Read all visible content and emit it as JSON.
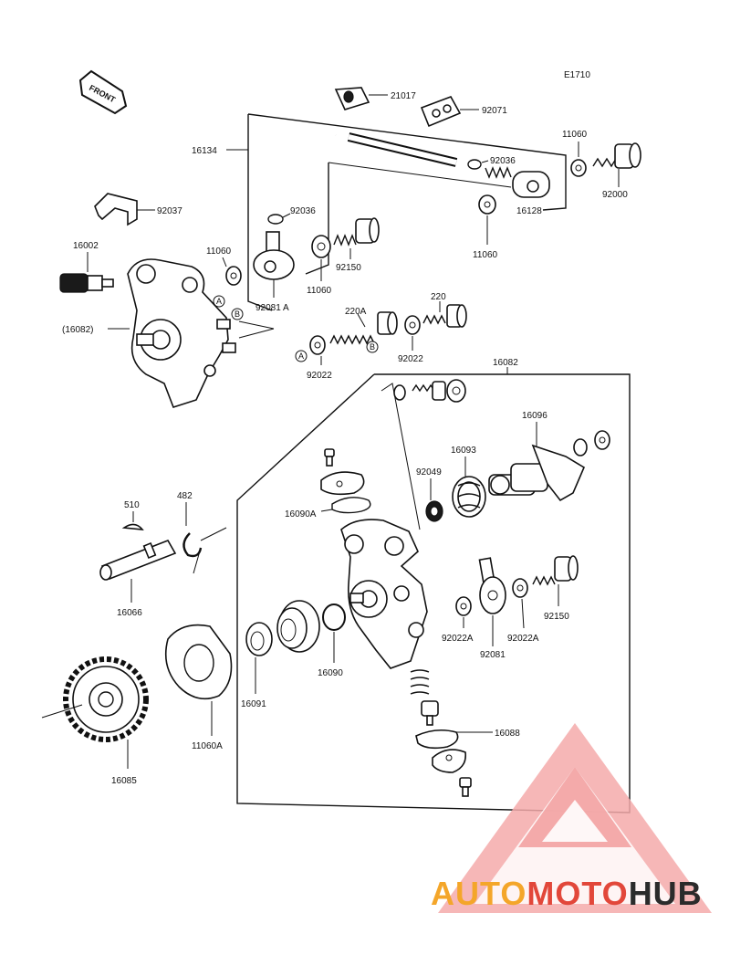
{
  "diagram_code": "E1710",
  "front_arrow": "FRONT",
  "labels": {
    "p21017": "21017",
    "p92071": "92071",
    "p16134": "16134",
    "p11060_top": "11060",
    "p92036_right": "92036",
    "p92000": "92000",
    "p16128": "16128",
    "p11060_right": "11060",
    "p92037": "92037",
    "p92036_left": "92036",
    "p16002": "16002",
    "p11060_left": "11060",
    "p92150_top": "92150",
    "p11060_mid": "11060",
    "p92081a": "92081 A",
    "p16082_paren": "(16082)",
    "p220a": "220A",
    "p220": "220",
    "p92022_a": "92022",
    "p92022_b": "92022",
    "p16082": "16082",
    "p16096": "16096",
    "p16093": "16093",
    "p92049": "92049",
    "p16090a": "16090A",
    "p510": "510",
    "p482": "482",
    "p16066": "16066",
    "p92150_bottom": "92150",
    "p92022a_1": "92022A",
    "p92022a_2": "92022A",
    "p92081": "92081",
    "p16090": "16090",
    "p16091": "16091",
    "p11060a": "11060A",
    "p16088": "16088",
    "p16085": "16085",
    "ref_a": "A",
    "ref_b": "B"
  },
  "watermark": {
    "part1": "AUTO",
    "part2": "MOTO",
    "part3": "HUB",
    "colors": {
      "orange": "#f4a62a",
      "red": "#e2473a",
      "dark": "#2b2b2b",
      "triangle": "#f08a8a"
    }
  }
}
